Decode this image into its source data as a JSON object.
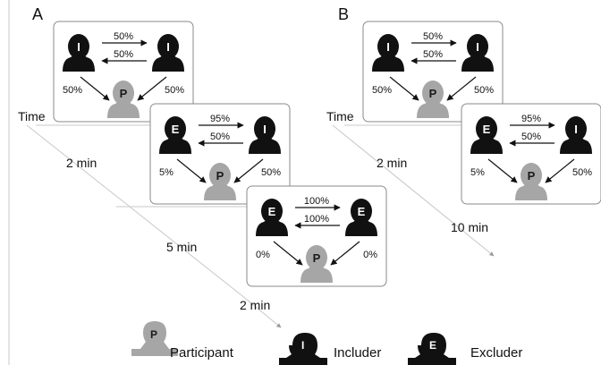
{
  "colors": {
    "includer": "#111111",
    "excluder": "#111111",
    "participant": "#a6a6a6",
    "box_border": "#8a8a8a",
    "timeline": "#c8c8c8"
  },
  "panel_a": {
    "label": "A",
    "time_label": "Time",
    "stage1": {
      "left_letter": "I",
      "right_letter": "I",
      "participant_letter": "P",
      "top_pct": "50%",
      "bottom_pct": "50%",
      "left_pct": "50%",
      "right_pct": "50%"
    },
    "stage2": {
      "left_letter": "E",
      "right_letter": "I",
      "participant_letter": "P",
      "top_pct": "95%",
      "bottom_pct": "50%",
      "left_pct": "5%",
      "right_pct": "50%"
    },
    "stage3": {
      "left_letter": "E",
      "right_letter": "E",
      "participant_letter": "P",
      "top_pct": "100%",
      "bottom_pct": "100%",
      "left_pct": "0%",
      "right_pct": "0%"
    },
    "durations": [
      "2 min",
      "5 min",
      "2 min"
    ]
  },
  "panel_b": {
    "label": "B",
    "time_label": "Time",
    "stage1": {
      "left_letter": "I",
      "right_letter": "I",
      "participant_letter": "P",
      "top_pct": "50%",
      "bottom_pct": "50%",
      "left_pct": "50%",
      "right_pct": "50%"
    },
    "stage2": {
      "left_letter": "E",
      "right_letter": "I",
      "participant_letter": "P",
      "top_pct": "95%",
      "bottom_pct": "50%",
      "left_pct": "5%",
      "right_pct": "50%"
    },
    "durations": [
      "2 min",
      "10 min"
    ]
  },
  "legend": {
    "participant": {
      "letter": "P",
      "label": "Participant"
    },
    "includer": {
      "letter": "I",
      "label": "Includer"
    },
    "excluder": {
      "letter": "E",
      "label": "Excluder"
    }
  }
}
